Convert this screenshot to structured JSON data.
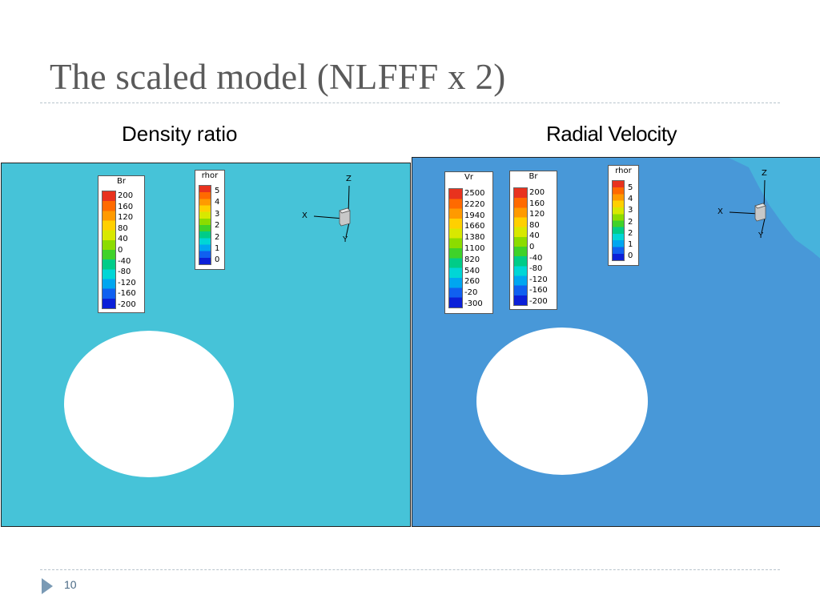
{
  "slide": {
    "title": "The scaled model (NLFFF x 2)",
    "page_number": "10"
  },
  "left": {
    "subtitle": "Density ratio",
    "color": "#46c3d8",
    "br_legend": {
      "title": "Br",
      "ticks": [
        "200",
        "160",
        "120",
        "80",
        "40",
        "0",
        "-40",
        "-80",
        "-120",
        "-160",
        "-200"
      ]
    },
    "rhor_legend": {
      "title": "rhor",
      "ticks": [
        "5",
        "4",
        "3",
        "2",
        "2",
        "1",
        "0"
      ]
    },
    "axes": {
      "z": "Z",
      "x": "X",
      "y": "Y"
    }
  },
  "right": {
    "subtitle": "Radial Velocity",
    "color": "#4898d8",
    "highlight_color": "#47b3dc",
    "vr_legend": {
      "title": "Vr",
      "ticks": [
        "2500",
        "2220",
        "1940",
        "1660",
        "1380",
        "1100",
        "820",
        "540",
        "260",
        "-20",
        "-300"
      ]
    },
    "br_legend": {
      "title": "Br",
      "ticks": [
        "200",
        "160",
        "120",
        "80",
        "40",
        "0",
        "-40",
        "-80",
        "-120",
        "-160",
        "-200"
      ]
    },
    "rhor_legend": {
      "title": "rhor",
      "ticks": [
        "5",
        "4",
        "3",
        "2",
        "2",
        "1",
        "0"
      ]
    },
    "axes": {
      "z": "Z",
      "x": "X",
      "y": "Y"
    }
  },
  "colormap": [
    "#e8321e",
    "#ff6a00",
    "#ff9a00",
    "#ffd000",
    "#d8e800",
    "#8cdc00",
    "#3fd22a",
    "#00cc88",
    "#00d6d6",
    "#00a6f0",
    "#1060f0",
    "#0b20d8"
  ]
}
